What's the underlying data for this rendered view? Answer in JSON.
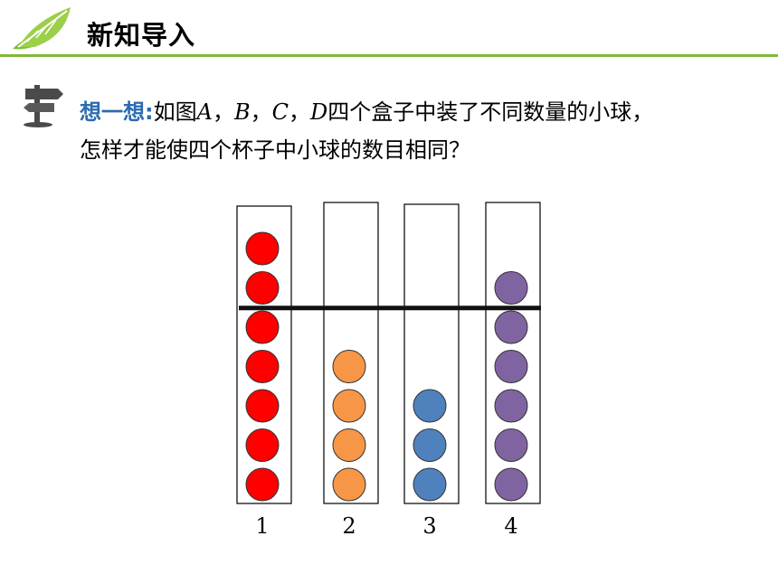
{
  "header": {
    "title": "新知导入"
  },
  "question": {
    "prompt": "想一想",
    "colon": ":",
    "text_a": "如图",
    "var_a": "A",
    "sep1": "，",
    "var_b": "B",
    "sep2": "，",
    "var_c": "C",
    "sep3": "，",
    "var_d": "D",
    "text_b": "四个盒子中装了不同数量的小球，",
    "line2": "怎样才能使四个杯子中小球的数目相同？"
  },
  "diagram": {
    "tubes": [
      {
        "label": "1",
        "balls": 7,
        "color": "#ff0000"
      },
      {
        "label": "2",
        "balls": 4,
        "color": "#f79646"
      },
      {
        "label": "3",
        "balls": 3,
        "color": "#4f81bd"
      },
      {
        "label": "4",
        "balls": 6,
        "color": "#8064a2"
      }
    ],
    "level_line": 5
  },
  "colors": {
    "accent": "#82b83a",
    "prompt": "#2a6bb0"
  }
}
